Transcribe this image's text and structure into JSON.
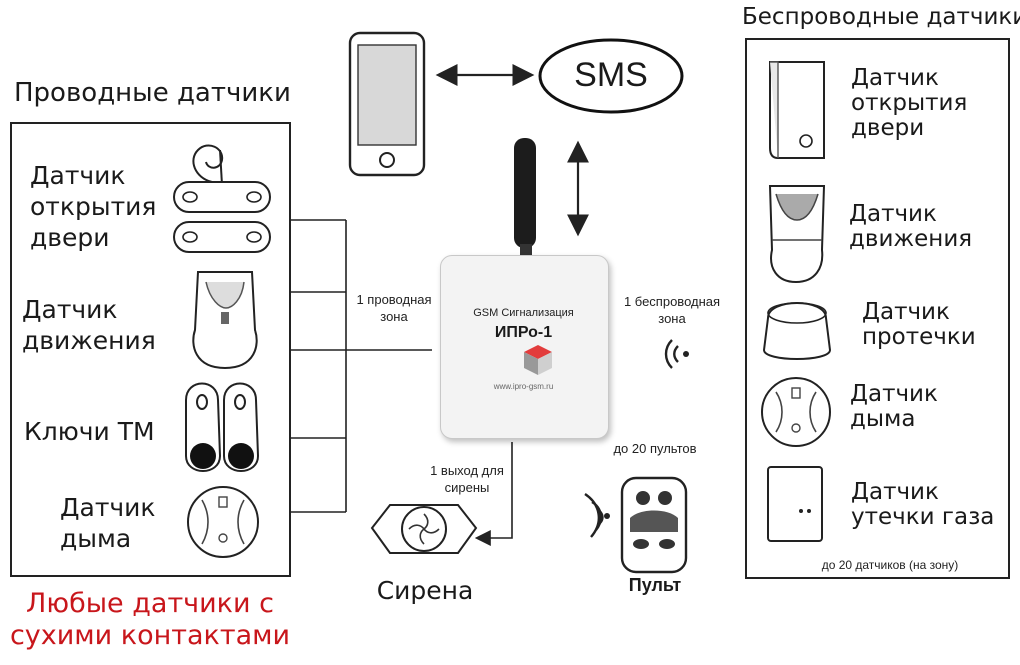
{
  "wired": {
    "title": "Проводные датчики",
    "door_sensor": "Датчик открытия двери",
    "motion_sensor": "Датчик движения",
    "tm_keys": "Ключи ТМ",
    "smoke_sensor": "Датчик дыма",
    "footer": "Любые датчики с сухими контактами"
  },
  "wireless": {
    "title": "Беспроводные датчики",
    "door_sensor": "Датчик открытия двери",
    "motion_sensor": "Датчик движения",
    "leak_sensor": "Датчик протечки",
    "smoke_sensor": "Датчик дыма",
    "gas_sensor": "Датчик утечки газа",
    "note": "до 20 датчиков (на зону)"
  },
  "sms": "SMS",
  "device": {
    "line1": "GSM Сигнализация",
    "model": "ИПРо-1",
    "url": "www.ipro-gsm.ru"
  },
  "labels": {
    "wired_zone": "1 проводная зона",
    "wireless_zone": "1 беспроводная зона",
    "siren_out": "1 выход для сирены",
    "remotes_count": "до 20 пультов",
    "siren": "Сирена",
    "remote": "Пульт"
  },
  "colors": {
    "line": "#222222",
    "accent_red": "#c8161b",
    "device_body": "#f3f3f3"
  }
}
